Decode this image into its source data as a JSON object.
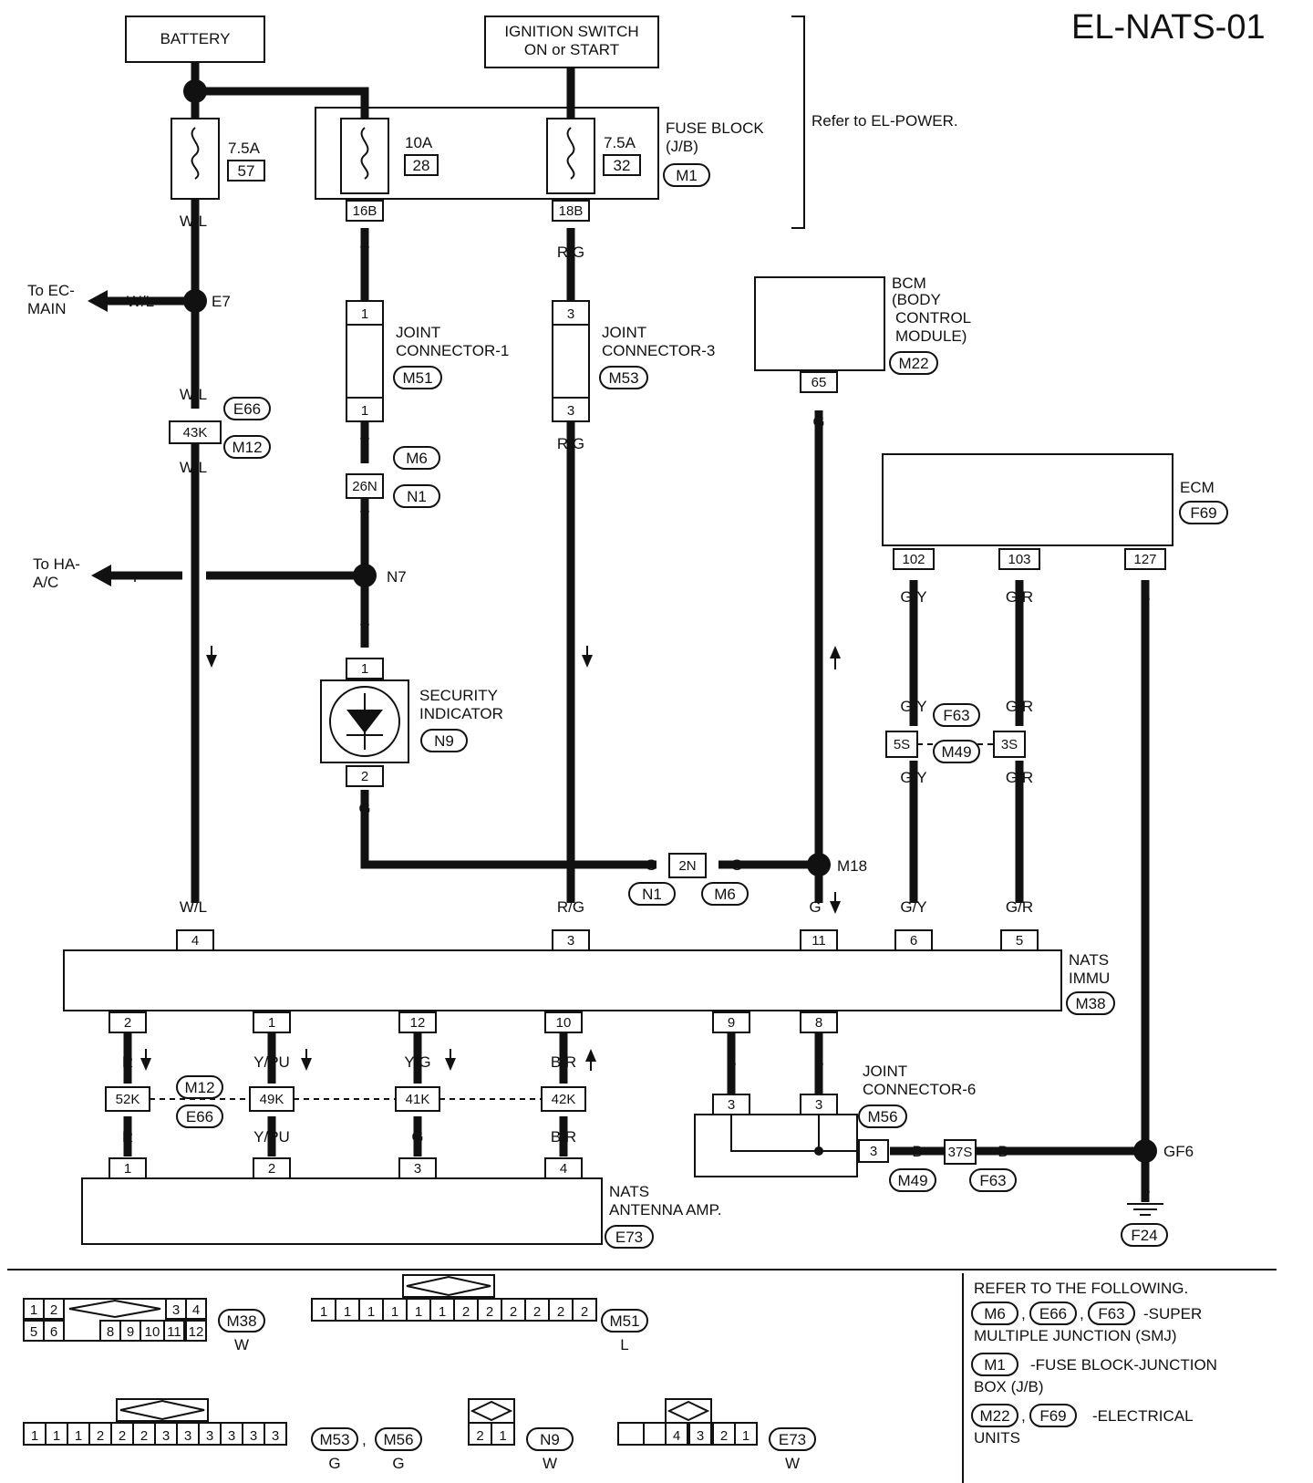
{
  "page_id": "EL-NATS-01",
  "bracket_note": "Refer to EL-POWER.",
  "components": {
    "battery": "BATTERY",
    "ignition_line1": "IGNITION SWITCH",
    "ignition_line2": "ON or START",
    "fuse_block_line1": "FUSE BLOCK",
    "fuse_block_line2": "(J/B)",
    "fuse_block_conn": "M1",
    "joint1_line1": "JOINT",
    "joint1_line2": "CONNECTOR-1",
    "joint1_conn": "M51",
    "joint3_line1": "JOINT",
    "joint3_line2": "CONNECTOR-3",
    "joint3_conn": "M53",
    "bcm_line1": "BCM",
    "bcm_line2": "(BODY",
    "bcm_line3": "CONTROL",
    "bcm_line4": "MODULE)",
    "bcm_conn": "M22",
    "ecm": "ECM",
    "ecm_conn": "F69",
    "security_line1": "SECURITY",
    "security_line2": "INDICATOR",
    "security_conn": "N9",
    "nats_immu_line1": "NATS",
    "nats_immu_line2": "IMMU",
    "nats_immu_conn": "M38",
    "joint6_line1": "JOINT",
    "joint6_line2": "CONNECTOR-6",
    "joint6_conn": "M56",
    "antenna_line1": "NATS",
    "antenna_line2": "ANTENNA AMP.",
    "antenna_conn": "E73"
  },
  "fuses": {
    "f1_amp": "7.5A",
    "f1_num": "57",
    "f2_amp": "10A",
    "f2_num": "28",
    "f3_amp": "7.5A",
    "f3_num": "32"
  },
  "pins": {
    "fb_16b": "16B",
    "fb_18b": "18B",
    "j1_top": "1",
    "j1_bot": "1",
    "j3_top": "3",
    "j3_bot": "3",
    "bcm_65": "65",
    "ecm_102": "102",
    "ecm_103": "103",
    "ecm_127": "127",
    "p_43k": "43K",
    "p_26n": "26N",
    "sec_1": "1",
    "sec_2": "2",
    "p_5s": "5S",
    "p_3s": "3S",
    "p_2n": "2N",
    "immu_4": "4",
    "immu_3": "3",
    "immu_11": "11",
    "immu_6": "6",
    "immu_5": "5",
    "immu_2": "2",
    "immu_1": "1",
    "immu_12": "12",
    "immu_10": "10",
    "immu_9": "9",
    "immu_8": "8",
    "p_52k": "52K",
    "p_49k": "49K",
    "p_41k": "41K",
    "p_42k": "42K",
    "ant_1": "1",
    "ant_2": "2",
    "ant_3": "3",
    "ant_4": "4",
    "j6_a": "3",
    "j6_b": "3",
    "j6_c": "3",
    "p_37s": "37S"
  },
  "wires": {
    "wl": "W/L",
    "y": "Y",
    "rg": "R/G",
    "g": "G",
    "gy": "G/Y",
    "gr": "G/R",
    "b": "B",
    "r": "R",
    "ypu": "Y/PU",
    "yg": "Y/G",
    "br": "B/R"
  },
  "junctions": {
    "e7": "E7",
    "n7": "N7",
    "m18": "M18",
    "gf6": "GF6"
  },
  "connectors": {
    "e66": "E66",
    "m12": "M12",
    "m6": "M6",
    "n1": "N1",
    "f63": "F63",
    "m49": "M49",
    "f24": "F24"
  },
  "offpage": {
    "ec_line1": "To EC-",
    "ec_line2": "MAIN",
    "ha_line1": "To HA-",
    "ha_line2": "A/C"
  },
  "legend": {
    "heading": "REFER TO THE FOLLOWING.",
    "smj_conns": [
      "M6",
      "E66",
      "F63"
    ],
    "smj_line1": "-SUPER",
    "smj_line2": "MULTIPLE JUNCTION (SMJ)",
    "jb_conn": "M1",
    "jb_line1": "-FUSE BLOCK-JUNCTION",
    "jb_line2": "BOX (J/B)",
    "eu_conns": [
      "M22",
      "F69"
    ],
    "eu_line1": "-ELECTRICAL",
    "eu_line2": "UNITS",
    "comma": ","
  },
  "connector_views": {
    "m38": {
      "row1": [
        "1",
        "2",
        "3",
        "4"
      ],
      "row2": [
        "5",
        "6",
        "8",
        "9",
        "10",
        "11",
        "12"
      ],
      "id": "M38",
      "color": "W"
    },
    "m51": {
      "pins": [
        "1",
        "1",
        "1",
        "1",
        "1",
        "1",
        "2",
        "2",
        "2",
        "2",
        "2",
        "2"
      ],
      "id": "M51",
      "color": "L"
    },
    "m53": {
      "pins": [
        "1",
        "1",
        "1",
        "2",
        "2",
        "2",
        "3",
        "3",
        "3",
        "3",
        "3",
        "3"
      ],
      "id": "M53",
      "color": "G",
      "id2": "M56",
      "color2": "G"
    },
    "n9": {
      "pins": [
        "2",
        "1"
      ],
      "id": "N9",
      "color": "W"
    },
    "e73": {
      "pins": [
        "",
        "",
        "4",
        "3",
        "2",
        "1"
      ],
      "id": "E73",
      "color": "W"
    }
  }
}
